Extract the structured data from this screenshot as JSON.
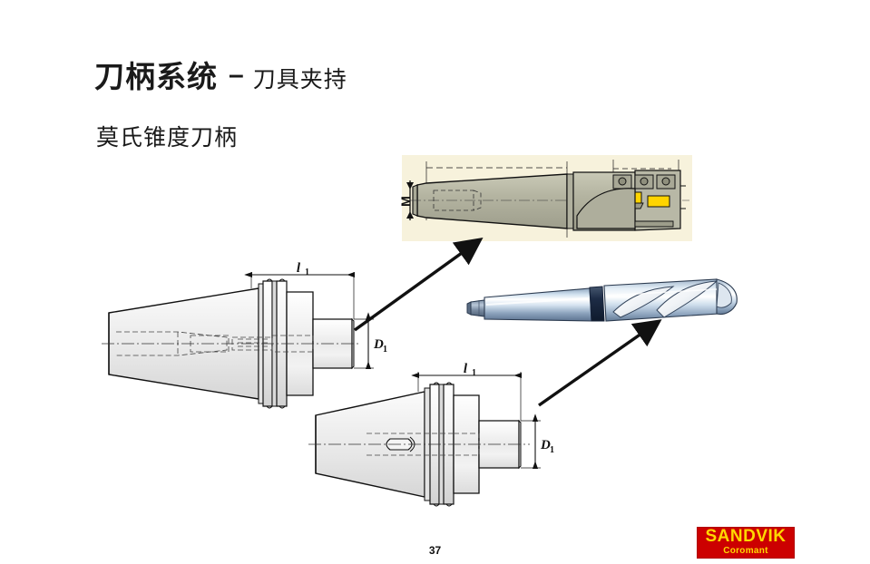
{
  "slide": {
    "title_main": "刀柄系统",
    "title_dash": "–",
    "title_sub_inline": "刀具夹持",
    "subtitle": "莫氏锥度刀柄",
    "page_number": "37",
    "background_color": "#ffffff"
  },
  "logo": {
    "name": "SANDVIK",
    "sub": "Coromant",
    "box_color": "#cc0000",
    "text_color": "#ffd800"
  },
  "inset_panel": {
    "background_color": "#f7f2dc",
    "dimension_label": "M",
    "description": "Morse taper shank milling cutter with yellow carbide inserts",
    "insert_color": "#ffd400",
    "body_color": "#b6b6a4"
  },
  "drawings": {
    "holder_upper": {
      "label": "Morse taper adapter with internal thread",
      "dim_length": "l",
      "dim_length_sub": "1",
      "dim_diameter": "D",
      "dim_diameter_sub": "1",
      "body_fill": "#f0f0f0",
      "line_color": "#1a1a1a"
    },
    "holder_lower": {
      "label": "Morse taper adapter with tang slot",
      "dim_length": "l",
      "dim_length_sub": "1",
      "dim_diameter": "D",
      "dim_diameter_sub": "1",
      "body_fill": "#f0f0f0",
      "line_color": "#1a1a1a"
    },
    "drill": {
      "label": "Morse taper shank twist drill",
      "shank_color": "#b9cbe0",
      "band_color": "#1c2a44",
      "flute_color": "#e8eef5"
    },
    "arrows": [
      {
        "name": "arrow-to-cutter",
        "from": "holder_upper",
        "to": "inset_panel"
      },
      {
        "name": "arrow-to-drill",
        "from": "holder_lower",
        "to": "drill"
      }
    ]
  }
}
